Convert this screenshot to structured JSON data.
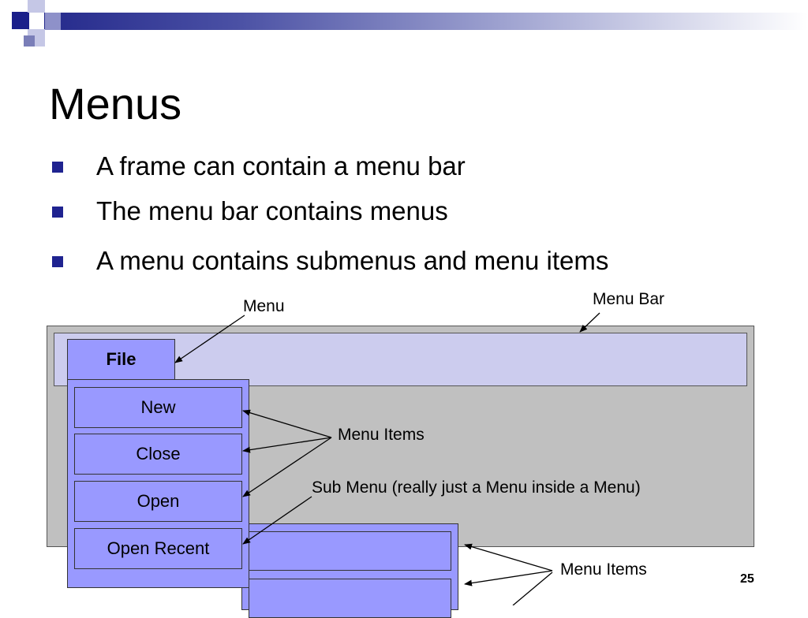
{
  "slide": {
    "title": "Menus",
    "bullets": [
      "A frame can contain a menu bar",
      "The menu bar contains menus",
      "A menu contains submenus and menu items"
    ],
    "page_number": "25"
  },
  "diagram": {
    "file_menu_label": "File",
    "menu_items": [
      "New",
      "Close",
      "Open",
      "Open Recent"
    ],
    "callouts": {
      "menu": "Menu",
      "menu_bar": "Menu Bar",
      "menu_items": "Menu Items",
      "sub_menu": "Sub Menu (really just a Menu inside a Menu)",
      "menu_items_2": "Menu Items"
    }
  },
  "colors": {
    "bullet": "#1f2390",
    "menu_fill": "#9999ff",
    "menubar_fill": "#ccccee",
    "frame_fill": "#c0c0c0"
  }
}
